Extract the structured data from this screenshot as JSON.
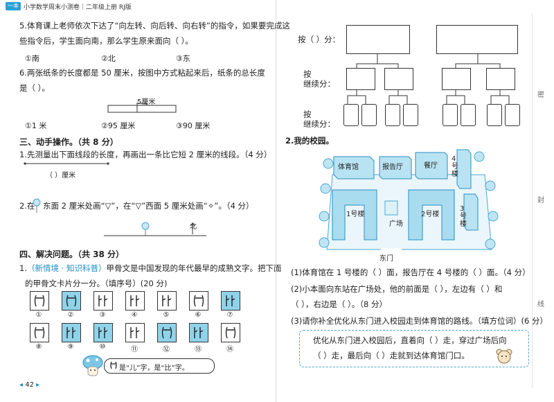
{
  "header": {
    "badge": "一本",
    "title": "小学数学周末小测卷｜二年级上册 RJ版"
  },
  "page_number": "42",
  "side_labels": [
    "密",
    "封",
    "线"
  ],
  "q5": {
    "text1": "5.体育课上老师依次下达了“向左转、向后转、向右转”的指令，如果要完成这",
    "text2": "些指令后，学生面向南，那么学生原来面向（     ）。",
    "options": [
      "①南",
      "②北",
      "③东"
    ]
  },
  "q6": {
    "text1": "6.两张纸条的长度都是 50 厘米，按图中方式粘起来后，纸条的总长度",
    "text2": "是（     ）。",
    "figure_label": "5厘米",
    "options": [
      "①1 米",
      "②95 厘米",
      "③90 厘米"
    ]
  },
  "section3": {
    "title": "三、动手操作。（共 8 分）"
  },
  "q3_1": {
    "text": "1.先测量出下面线段的长度，再画出一条比它短 2 厘米的线段。（4 分）",
    "unit": "（     ）厘米"
  },
  "q3_2": {
    "text_a": "2.在",
    "text_b": "东面 2 厘米处画“▽”，在“▽”西面 5 厘米处画“✧”。（4 分）",
    "north": "北"
  },
  "section4": {
    "title": "四、解决问题。（共 38 分）"
  },
  "q4_1": {
    "prefix": "1.",
    "tag": "（新情境 · 知识科普）",
    "text1": "甲骨文是中国发现的年代最早的成熟文字。把下面",
    "text2": "的甲骨文卡片分一分。（填序号）(20 分)",
    "labels": [
      "①",
      "②",
      "③",
      "④",
      "⑤",
      "⑥",
      "⑦",
      "⑧",
      "⑨",
      "⑩",
      "⑪",
      "⑫",
      "⑬",
      "⑭"
    ],
    "bubble": "是“儿”字，是“比”字。"
  },
  "tree": {
    "row1": "按（     ）分：",
    "row2a": "按",
    "row2b": "继续分：",
    "row3a": "按",
    "row3b": "继续分："
  },
  "q2_campus": {
    "title": "2.我的校园。",
    "labels": {
      "gym": "体育馆",
      "report": "报告厅",
      "canteen": "餐厅",
      "b4": "4号楼",
      "b1": "1号楼",
      "b2": "2号楼",
      "b3": "3号楼",
      "square": "广场",
      "gate": "东门"
    },
    "q1": "(1)体育馆在 1 号楼的（     ）面，报告厅在 4 号楼的（     ）面。（4 分）",
    "q2a": "(2)小本面向东站在广场处，他的前面是（          ），左边有（          ）和",
    "q2b": "（          ），右边是（          ）。（8 分）",
    "q3": "(3)请你补全优化从东门进入校园走到体育馆的路线。（填方位词）(6 分）",
    "box1": "优化从东门进入校园后，直着向（     ）走，穿过广场后向",
    "box2": "（     ）走，最后向（     ）走就到达体育馆门口。"
  }
}
